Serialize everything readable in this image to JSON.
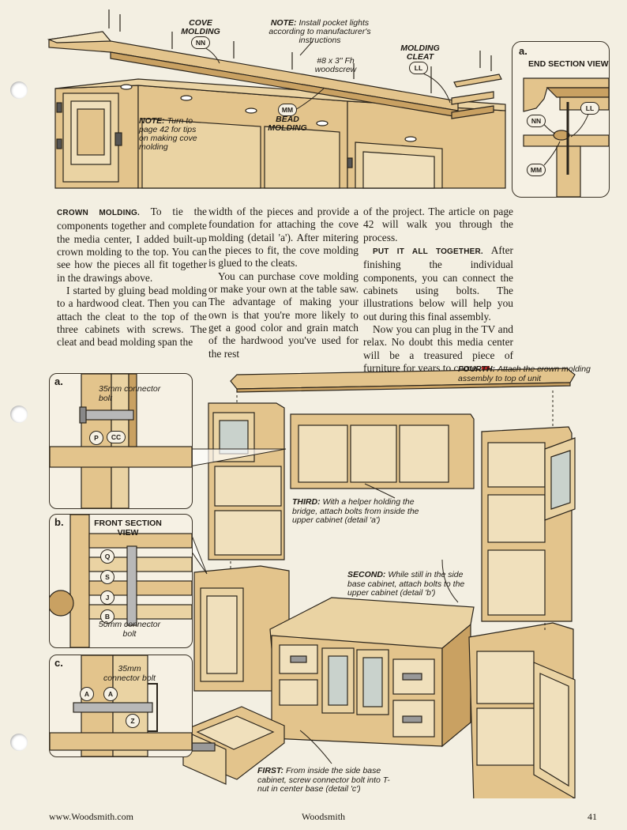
{
  "top_figure": {
    "labels": {
      "cove_molding": "COVE MOLDING",
      "note_lights_label": "NOTE:",
      "note_lights_text": "Install pocket lights according to manufacturer's instructions",
      "molding_cleat": "MOLDING CLEAT",
      "screw": "#8 x 3\" Fh woodscrew",
      "bead_molding": "BEAD MOLDING",
      "note_turn_label": "NOTE:",
      "note_turn_text": "Turn to page 42 for tips on making cove molding"
    },
    "callouts": {
      "nn": "NN",
      "ll": "LL",
      "mm": "MM"
    },
    "end_section": {
      "letter": "a.",
      "title": "END SECTION VIEW"
    }
  },
  "article": {
    "col1": {
      "runin": "CROWN MOLDING.",
      "p1": "To tie the components together and complete the media center, I added built-up crown molding to the top. You can see how the pieces all fit together in the drawings above.",
      "p2": "I started by gluing bead molding to a hardwood cleat. Then you can attach the cleat to the top of the three cabinets with screws. The cleat and bead molding span the"
    },
    "col2": {
      "p1": "width of the pieces and provide a foundation for attaching the cove molding (detail 'a'). After mitering the pieces to fit, the cove molding is glued to the cleats.",
      "p2": "You can purchase cove molding or make your own at the table saw. The advantage of making your own is that you're more likely to get a good color and grain match of the hardwood you've used for the rest"
    },
    "col3": {
      "p1": "of the project. The article on page 42 will walk you through the process.",
      "runin": "PUT IT ALL TOGETHER.",
      "p2": "After finishing the individual components, you can connect the cabinets using bolts. The illustrations below will help you out during this final assembly.",
      "p3": "Now you can plug in the TV and relax. No doubt this media center will be a treasured piece of furniture for years to come.",
      "end_mark": "W"
    }
  },
  "bottom_figure": {
    "detail_a": {
      "letter": "a.",
      "label": "35mm connector bolt",
      "c1": "P",
      "c2": "CC"
    },
    "detail_b": {
      "letter": "b.",
      "title": "FRONT SECTION VIEW",
      "label": "50mm connector bolt",
      "c1": "Q",
      "c2": "S",
      "c3": "J",
      "c4": "B"
    },
    "detail_c": {
      "letter": "c.",
      "label": "35mm connector bolt",
      "c1": "A",
      "c2": "A",
      "c3": "Z"
    },
    "steps": {
      "fourth_label": "FOURTH:",
      "fourth_text": "Attach the crown molding assembly to top of unit",
      "third_label": "THIRD:",
      "third_text": "With a helper holding the bridge, attach bolts from inside the upper cabinet (detail 'a')",
      "second_label": "SECOND:",
      "second_text": "While still in the side base cabinet, attach bolts to the upper cabinet (detail 'b')",
      "first_label": "FIRST:",
      "first_text": "From inside the side base cabinet, screw connector bolt into T-nut in center base (detail 'c')"
    }
  },
  "footer": {
    "url": "www.Woodsmith.com",
    "magazine": "Woodsmith",
    "page": "41"
  },
  "colors": {
    "wood": "#e3c48c",
    "wood_dark": "#c9a162",
    "ink": "#2a241b",
    "detail_bg": "#f6f1e4"
  }
}
